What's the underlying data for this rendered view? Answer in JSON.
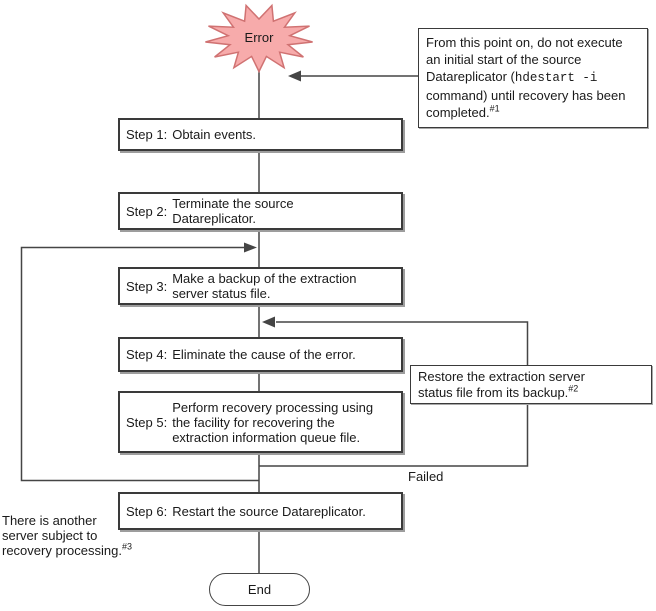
{
  "flowchart": {
    "error": {
      "label": "Error"
    },
    "note": {
      "segments": [
        {
          "text": "From this point on, do not execute\nan initial start of the source\nDatareplicator ("
        },
        {
          "text": "hdestart -i",
          "style": "mono"
        },
        {
          "text": "\ncommand) until recovery has been\ncompleted."
        },
        {
          "text": "#1",
          "style": "sup"
        }
      ]
    },
    "steps": [
      {
        "label": "Step 1:",
        "text": "Obtain events."
      },
      {
        "label": "Step 2:",
        "text": "Terminate the source\nDatareplicator."
      },
      {
        "label": "Step 3:",
        "text": "Make a backup of the extraction\nserver status file."
      },
      {
        "label": "Step 4:",
        "text": "Eliminate the cause of the error."
      },
      {
        "label": "Step 5:",
        "text": "Perform recovery processing using\nthe facility for recovering the\nextraction information queue file."
      },
      {
        "label": "Step 6:",
        "text": "Restart the source Datareplicator."
      }
    ],
    "restore_note": {
      "text": "Restore the extraction server\nstatus file from its backup.",
      "sup": "#2"
    },
    "failed_label": "Failed",
    "another_server_note": {
      "text": "There is another\nserver subject to\nrecovery processing.",
      "sup": "#3"
    },
    "end": {
      "label": "End"
    },
    "colors": {
      "burst_fill": "#f7abab",
      "burst_stroke": "#d07272",
      "line": "#454545"
    }
  }
}
